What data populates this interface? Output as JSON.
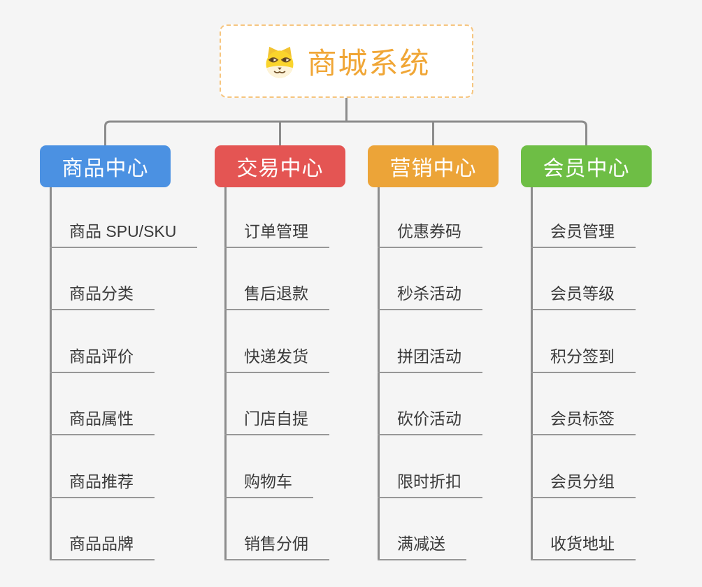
{
  "root": {
    "title": "商城系统",
    "icon": "dog-face-icon",
    "title_color": "#F0A636",
    "border_color": "#F6C57F",
    "background": "#FFFFFF"
  },
  "branches": [
    {
      "label": "商品中心",
      "color": "#4B91E2",
      "children": [
        "商品 SPU/SKU",
        "商品分类",
        "商品评价",
        "商品属性",
        "商品推荐",
        "商品品牌"
      ]
    },
    {
      "label": "交易中心",
      "color": "#E45553",
      "children": [
        "订单管理",
        "售后退款",
        "快递发货",
        "门店自提",
        "购物车",
        "销售分佣"
      ]
    },
    {
      "label": "营销中心",
      "color": "#ECA438",
      "children": [
        "优惠券码",
        "秒杀活动",
        "拼团活动",
        "砍价活动",
        "限时折扣",
        "满减送"
      ]
    },
    {
      "label": "会员中心",
      "color": "#6EBE45",
      "children": [
        "会员管理",
        "会员等级",
        "积分签到",
        "会员标签",
        "会员分组",
        "收货地址"
      ]
    }
  ],
  "canvas": {
    "background_color": "#F5F5F5",
    "connector_color": "#8C8C8C",
    "leaf_text_color": "#3A3A3A"
  }
}
